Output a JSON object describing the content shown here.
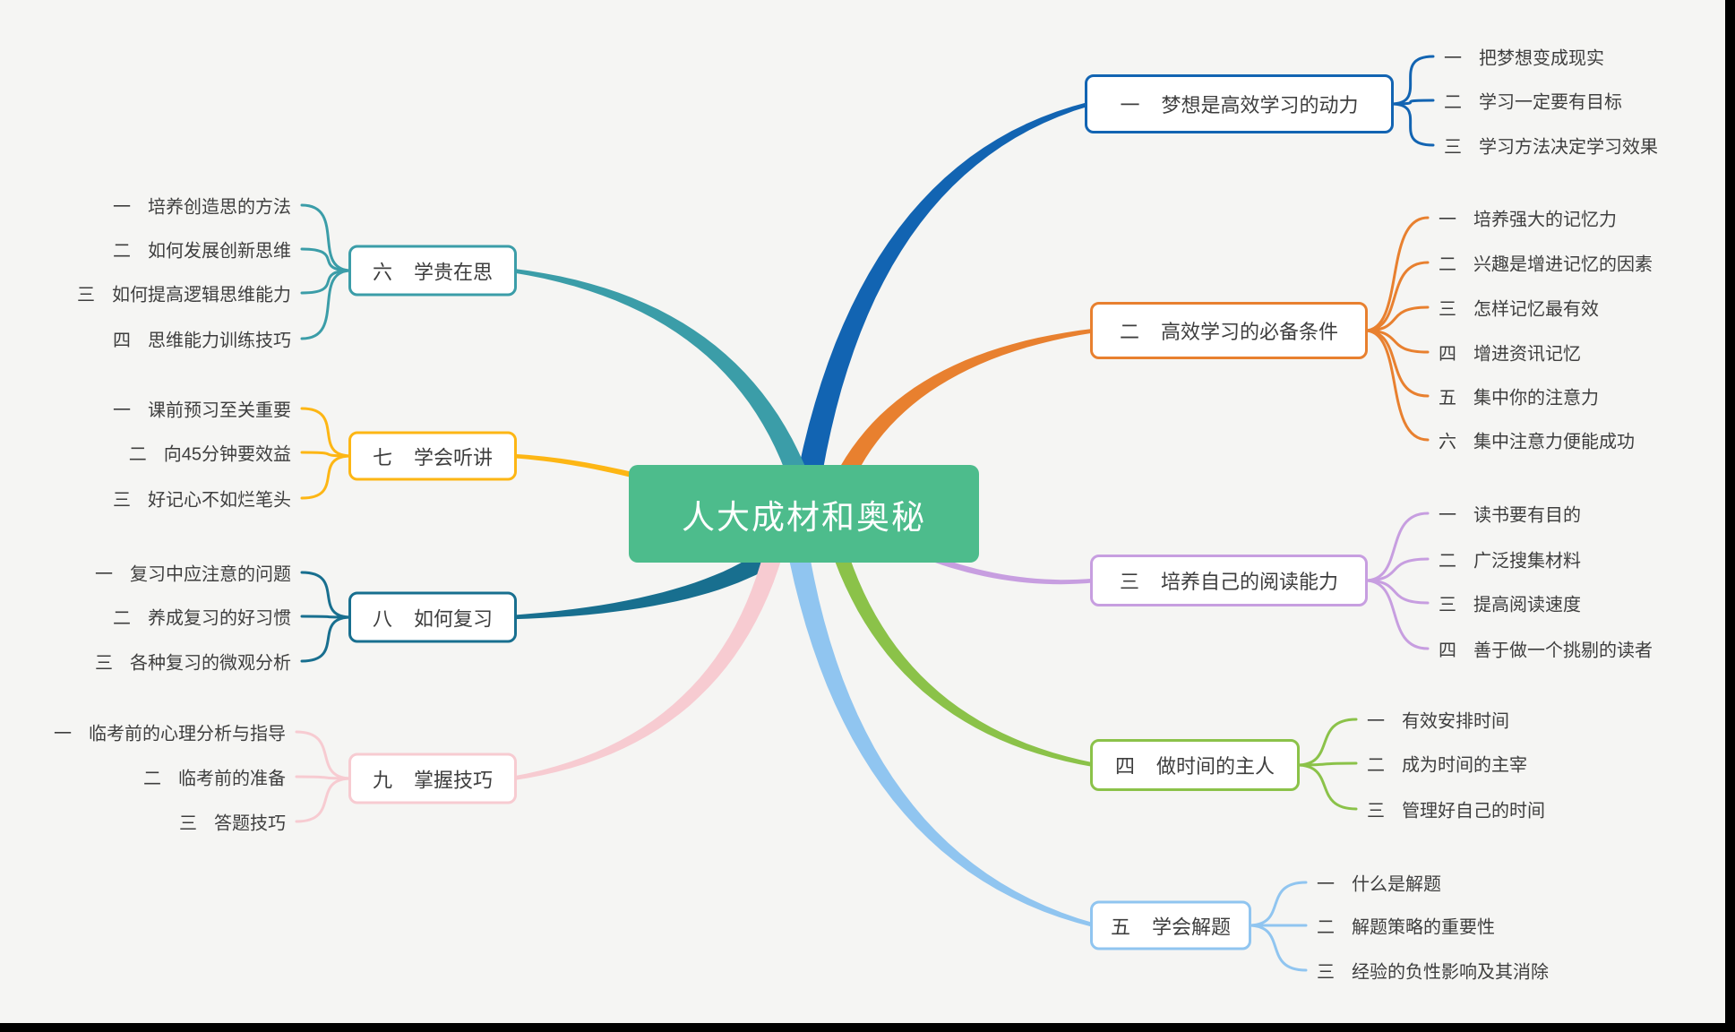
{
  "page": {
    "background": "#f5f5f3",
    "letterbox_color": "#000000"
  },
  "root": {
    "text": "人大成材和奥秘",
    "color": "#4dbc8c",
    "text_color": "#ffffff"
  },
  "branches": [
    {
      "num": "一",
      "text": "梦想是高效学习的动力",
      "color": "#1264b2",
      "side": "right",
      "children": [
        {
          "num": "一",
          "text": "把梦想变成现实"
        },
        {
          "num": "二",
          "text": "学习一定要有目标"
        },
        {
          "num": "三",
          "text": "学习方法决定学习效果"
        }
      ]
    },
    {
      "num": "二",
      "text": "高效学习的必备条件",
      "color": "#e8802f",
      "side": "right",
      "children": [
        {
          "num": "一",
          "text": "培养强大的记忆力"
        },
        {
          "num": "二",
          "text": "兴趣是增进记忆的因素"
        },
        {
          "num": "三",
          "text": "怎样记忆最有效"
        },
        {
          "num": "四",
          "text": "增进资讯记忆"
        },
        {
          "num": "五",
          "text": "集中你的注意力"
        },
        {
          "num": "六",
          "text": "集中注意力便能成功"
        }
      ]
    },
    {
      "num": "三",
      "text": "培养自己的阅读能力",
      "color": "#c79ee0",
      "side": "right",
      "children": [
        {
          "num": "一",
          "text": "读书要有目的"
        },
        {
          "num": "二",
          "text": "广泛搜集材料"
        },
        {
          "num": "三",
          "text": "提高阅读速度"
        },
        {
          "num": "四",
          "text": "善于做一个挑剔的读者"
        }
      ]
    },
    {
      "num": "四",
      "text": "做时间的主人",
      "color": "#8bc249",
      "side": "right",
      "children": [
        {
          "num": "一",
          "text": "有效安排时间"
        },
        {
          "num": "二",
          "text": "成为时间的主宰"
        },
        {
          "num": "三",
          "text": "管理好自己的时间"
        }
      ]
    },
    {
      "num": "五",
      "text": "学会解题",
      "color": "#90c5f0",
      "side": "right",
      "children": [
        {
          "num": "一",
          "text": "什么是解题"
        },
        {
          "num": "二",
          "text": "解题策略的重要性"
        },
        {
          "num": "三",
          "text": "经验的负性影响及其消除"
        }
      ]
    },
    {
      "num": "六",
      "text": "学贵在思",
      "color": "#3b9da8",
      "side": "left",
      "children": [
        {
          "num": "一",
          "text": "培养创造思的方法"
        },
        {
          "num": "二",
          "text": "如何发展创新思维"
        },
        {
          "num": "三",
          "text": "如何提高逻辑思维能力"
        },
        {
          "num": "四",
          "text": "思维能力训练技巧"
        }
      ]
    },
    {
      "num": "七",
      "text": "学会听讲",
      "color": "#fdb614",
      "side": "left",
      "children": [
        {
          "num": "一",
          "text": "课前预习至关重要"
        },
        {
          "num": "二",
          "text": "向45分钟要效益"
        },
        {
          "num": "三",
          "text": "好记心不如烂笔头"
        }
      ]
    },
    {
      "num": "八",
      "text": "如何复习",
      "color": "#186f8f",
      "side": "left",
      "children": [
        {
          "num": "一",
          "text": "复习中应注意的问题"
        },
        {
          "num": "二",
          "text": "养成复习的好习惯"
        },
        {
          "num": "三",
          "text": "各种复习的微观分析"
        }
      ]
    },
    {
      "num": "九",
      "text": "掌握技巧",
      "color": "#f7cbd1",
      "side": "left",
      "children": [
        {
          "num": "一",
          "text": "临考前的心理分析与指导"
        },
        {
          "num": "二",
          "text": "临考前的准备"
        },
        {
          "num": "三",
          "text": "答题技巧"
        }
      ]
    }
  ]
}
